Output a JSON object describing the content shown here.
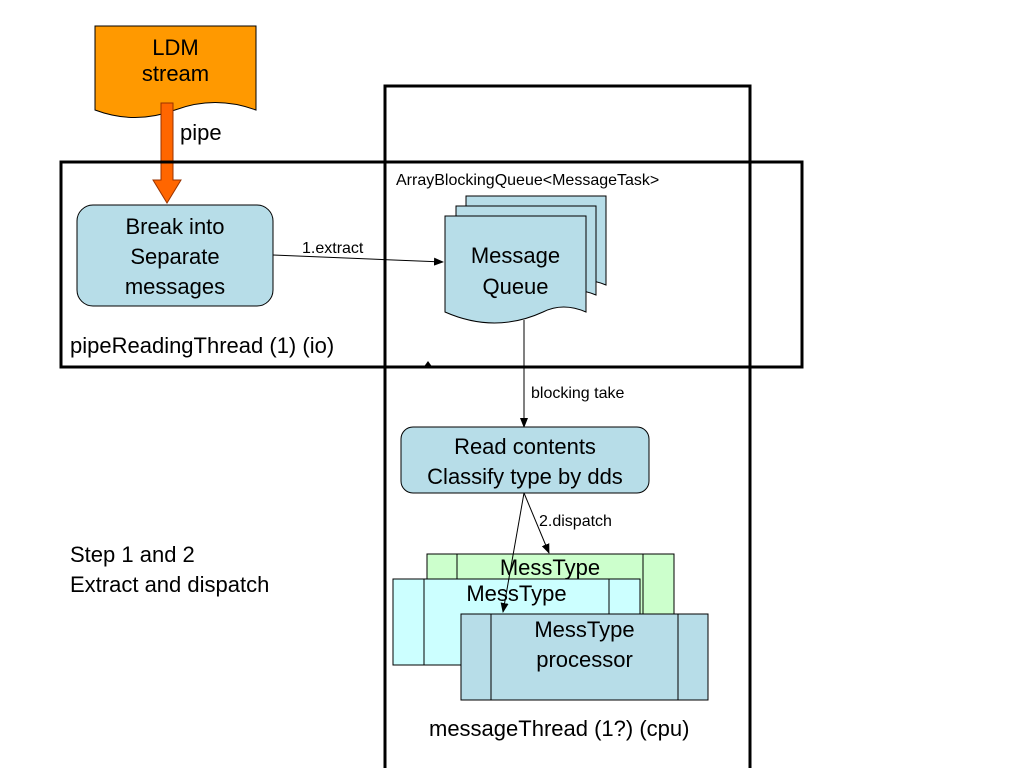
{
  "source": {
    "line1": "LDM",
    "line2": "stream"
  },
  "pipe_label": "pipe",
  "break_box": {
    "line1": "Break into",
    "line2": "Separate",
    "line3": "messages"
  },
  "extract_label": "1.extract",
  "queue_type_label": "ArrayBlockingQueue<MessageTask>",
  "queue": {
    "line1": "Message",
    "line2": "Queue"
  },
  "pipe_thread_label": "pipeReadingThread (1) (io)",
  "blocking_take_label": "blocking take",
  "read_box": {
    "line1": "Read contents",
    "line2": "Classify type by dds"
  },
  "dispatch_label": "2.dispatch",
  "step_note": {
    "line1": "Step 1 and 2",
    "line2": "Extract and dispatch"
  },
  "proc_back": "MessType",
  "proc_mid": "MessType",
  "proc_front": {
    "line1": "MessType",
    "line2": "processor"
  },
  "message_thread_label": "messageThread (1?) (cpu)",
  "colors": {
    "source_fill": "#ff9900",
    "arrow_fill": "#ff6600",
    "box_fill": "#b7dde8",
    "green_fill": "#ccffcc",
    "cyan_fill": "#ccffff"
  }
}
